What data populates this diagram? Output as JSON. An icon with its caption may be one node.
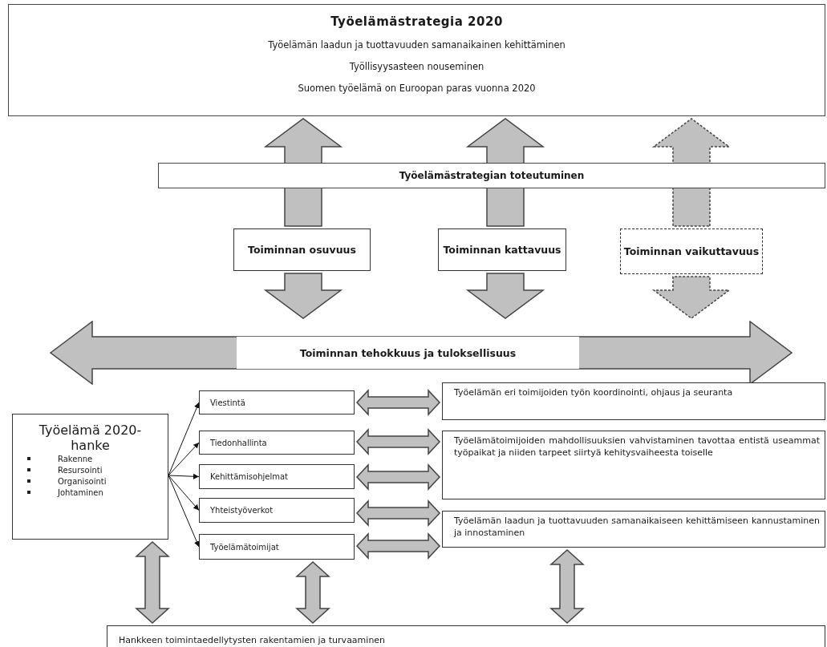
{
  "diagram": {
    "nodes": [
      {
        "text": [
          "Työelämästrategia 2020",
          "Työelämän laadun ja tuottavuuden samanaikainen kehittäminen",
          "Työllisyysasteen nouseminen",
          "Suomen työelämä on Euroopan paras vuonna 2020"
        ]
      },
      {
        "text": [
          "Työelämästrategian toteutuminen"
        ]
      },
      {
        "text": [
          "Toiminnan osuvuus"
        ]
      },
      {
        "text": [
          "Toiminnan kattavuus"
        ]
      },
      {
        "text": [
          "Toiminnan vaikuttavuus"
        ]
      },
      {
        "text": [
          "Toiminnan tehokkuus ja tuloksellisuus"
        ]
      },
      {
        "text": [
          "Työelämä 2020-hanke",
          "Rakenne",
          "Resursointi",
          "Organisointi",
          "Johtaminen"
        ]
      },
      {
        "text": [
          "Viestintä"
        ]
      },
      {
        "text": [
          "Tiedonhallinta"
        ]
      },
      {
        "text": [
          "Kehittämisohjelmat"
        ]
      },
      {
        "text": [
          "Yhteistyöverkot"
        ]
      },
      {
        "text": [
          "Työelämätoimijat"
        ]
      },
      {
        "text": [
          "Työelämän eri toimijoiden työn koordinointi, ohjaus ja seuranta"
        ]
      },
      {
        "text": [
          "Työelämätoimijoiden mahdollisuuksien vahvistaminen tavottaa entistä useammat työpaikat ja niiden tarpeet siirtyä kehitysvaiheesta toiselle"
        ]
      },
      {
        "text": [
          "Työelämän laadun ja tuottavuuden samanaikaiseen kehittämiseen kannustaminen ja innostaminen"
        ]
      },
      {
        "text": [
          "Hankkeen toimintaedellytysten rakentamien ja turvaaminen"
        ]
      }
    ],
    "edges": [
      {
        "from": 2,
        "to": 0,
        "arrow": "to",
        "style": "thick"
      },
      {
        "from": 3,
        "to": 0,
        "arrow": "to",
        "style": "thick"
      },
      {
        "from": 4,
        "to": 0,
        "arrow": "to",
        "style": "dashed"
      },
      {
        "from": 2,
        "to": 5,
        "arrow": "to",
        "style": "thick"
      },
      {
        "from": 3,
        "to": 5,
        "arrow": "to",
        "style": "thick"
      },
      {
        "from": 4,
        "to": 5,
        "arrow": "to",
        "style": "dashed"
      },
      {
        "from": 6,
        "to": 7,
        "arrow": "to"
      },
      {
        "from": 6,
        "to": 8,
        "arrow": "to"
      },
      {
        "from": 6,
        "to": 9,
        "arrow": "to"
      },
      {
        "from": 6,
        "to": 10,
        "arrow": "to"
      },
      {
        "from": 6,
        "to": 11,
        "arrow": "to"
      },
      {
        "from": 7,
        "to": 12,
        "arrow": "both",
        "style": "thick"
      },
      {
        "from": 8,
        "to": 13,
        "arrow": "both",
        "style": "thick"
      },
      {
        "from": 9,
        "to": 13,
        "arrow": "both",
        "style": "thick"
      },
      {
        "from": 10,
        "to": 14,
        "arrow": "both",
        "style": "thick"
      },
      {
        "from": 11,
        "to": 14,
        "arrow": "both",
        "style": "thick"
      },
      {
        "from": 6,
        "to": 15,
        "arrow": "both",
        "style": "thick"
      },
      {
        "from": 11,
        "to": 15,
        "arrow": "both",
        "style": "thick"
      },
      {
        "from": 14,
        "to": 15,
        "arrow": "both",
        "style": "thick"
      }
    ]
  }
}
